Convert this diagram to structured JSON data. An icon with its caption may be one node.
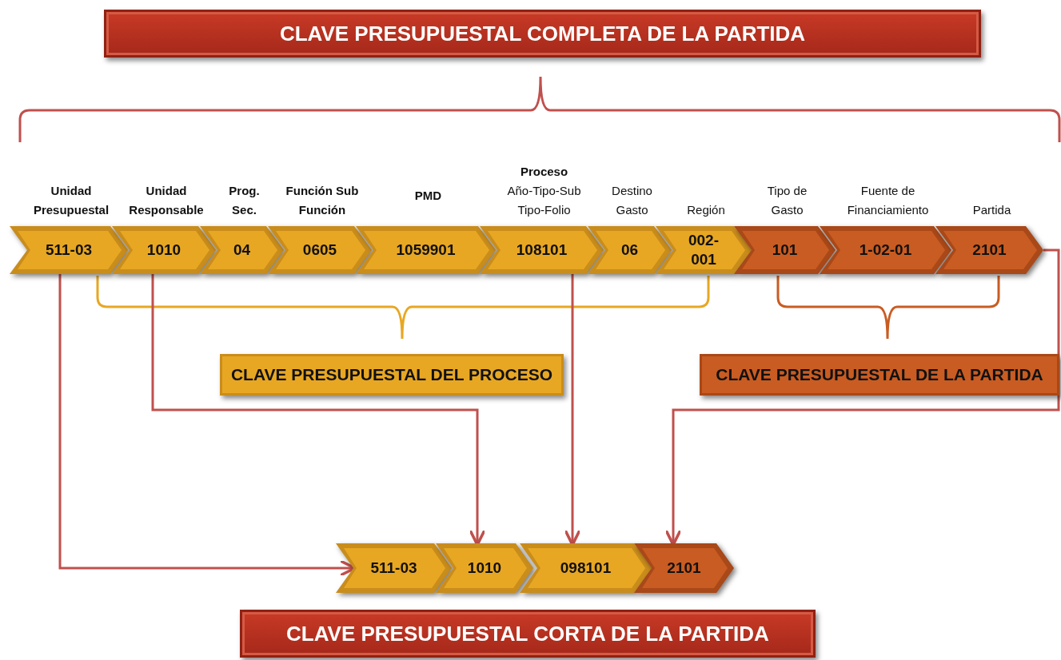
{
  "diagram": {
    "nodes": [
      {
        "text": [
          "CLAVE PRESUPUESTAL COMPLETA DE LA PARTIDA"
        ]
      },
      {
        "text": [
          "511-03"
        ],
        "beside": [
          "Unidad Presupuestal"
        ]
      },
      {
        "text": [
          "1010"
        ],
        "beside": [
          "Unidad Responsable"
        ]
      },
      {
        "text": [
          "04"
        ],
        "beside": [
          "Prog. Sec."
        ]
      },
      {
        "text": [
          "0605"
        ],
        "beside": [
          "Función Sub Función"
        ]
      },
      {
        "text": [
          "1059901"
        ],
        "beside": [
          "PMD"
        ]
      },
      {
        "text": [
          "108101"
        ],
        "beside": [
          "Proceso",
          "Año-Tipo-Sub Tipo-Folio"
        ]
      },
      {
        "text": [
          "06"
        ],
        "beside": [
          "Destino Gasto"
        ]
      },
      {
        "text": [
          "002-001"
        ],
        "beside": [
          "Región"
        ]
      },
      {
        "text": [
          "101"
        ],
        "beside": [
          "Tipo de Gasto"
        ]
      },
      {
        "text": [
          "1-02-01"
        ],
        "beside": [
          "Fuente de Financiamiento"
        ]
      },
      {
        "text": [
          "2101"
        ],
        "beside": [
          "Partida"
        ]
      },
      {
        "text": [
          "CLAVE PRESUPUESTAL DEL PROCESO"
        ]
      },
      {
        "text": [
          "CLAVE PRESUPUESTAL DE LA PARTIDA"
        ]
      },
      {
        "text": [
          "511-03"
        ]
      },
      {
        "text": [
          "1010"
        ]
      },
      {
        "text": [
          "098101"
        ]
      },
      {
        "text": [
          "2101"
        ]
      },
      {
        "text": [
          "CLAVE PRESUPUESTAL CORTA DE LA PARTIDA"
        ]
      }
    ],
    "edges": [
      {
        "from": 1,
        "to": 14,
        "arrow": "to"
      },
      {
        "from": 2,
        "to": 15,
        "arrow": "to"
      },
      {
        "from": 6,
        "to": 16,
        "arrow": "to"
      },
      {
        "from": 11,
        "to": 17,
        "arrow": "to"
      }
    ]
  }
}
